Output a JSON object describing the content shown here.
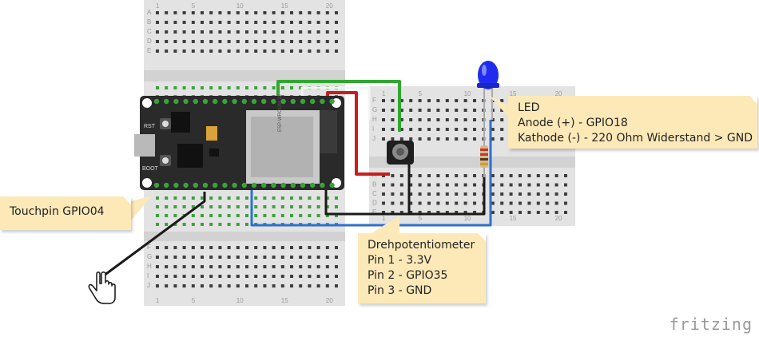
{
  "notes": {
    "led": {
      "lines": [
        "LED",
        "Anode (+) - GPIO18",
        "Kathode (-) - 220 Ohm Widerstand > GND"
      ]
    },
    "touch": {
      "lines": [
        "Touchpin GPIO04"
      ]
    },
    "poti": {
      "lines": [
        "Drehpotentiometer",
        "Pin 1 - 3.3V",
        "Pin 2 - GPIO35",
        "Pin 3 - GND"
      ]
    }
  },
  "board": {
    "buttons": {
      "reset": "RST",
      "boot": "BOOT"
    },
    "module_text": "ESP-WROOM-32"
  },
  "breadboard_rows": [
    "A",
    "B",
    "C",
    "D",
    "E",
    "F",
    "G",
    "H",
    "I",
    "J"
  ],
  "breadboard_cols": [
    "1",
    "5",
    "10",
    "15",
    "20"
  ],
  "brand": "fritzing",
  "colors": {
    "wire_green": "#2ea82e",
    "wire_red": "#c81e1e",
    "wire_blue": "#2f6fcf",
    "wire_black": "#1a1a1a",
    "wire_white": "#f4f4f4",
    "breadboard": "#e2e2e2",
    "board": "#2a2a2a",
    "note_bg": "#fde9b8"
  }
}
